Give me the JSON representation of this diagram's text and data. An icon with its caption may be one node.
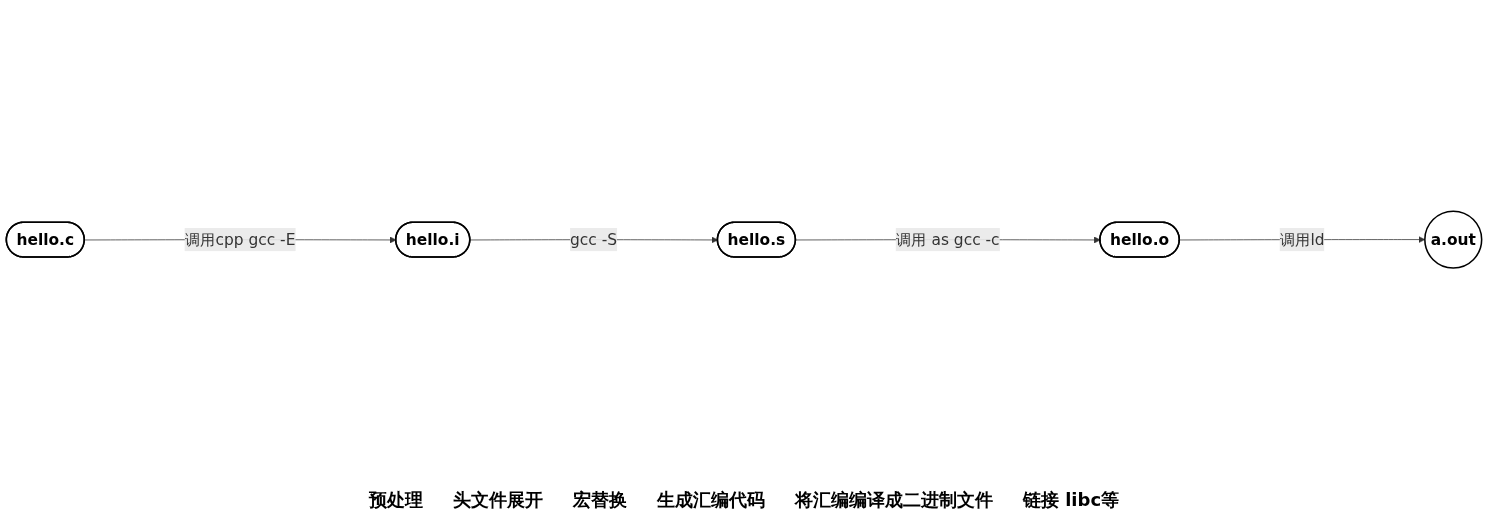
{
  "diagram": {
    "nodes": [
      {
        "text": [
          "hello.c"
        ]
      },
      {
        "text": [
          "hello.i"
        ]
      },
      {
        "text": [
          "hello.s"
        ]
      },
      {
        "text": [
          "hello.o"
        ]
      },
      {
        "text": [
          "a.out"
        ]
      }
    ],
    "edges": [
      {
        "from": 0,
        "to": 1,
        "arrow": "to",
        "label": "调用cpp gcc -E"
      },
      {
        "from": 1,
        "to": 2,
        "arrow": "to",
        "label": "gcc -S"
      },
      {
        "from": 2,
        "to": 3,
        "arrow": "to",
        "label": "调用 as gcc -c"
      },
      {
        "from": 3,
        "to": 4,
        "arrow": "to",
        "label": "调用ld"
      }
    ],
    "labels": [
      "预处理",
      "头文件展开",
      "宏替换",
      "生成汇编代码",
      "将汇编编译成二进制文件",
      "链接 libc等"
    ]
  }
}
